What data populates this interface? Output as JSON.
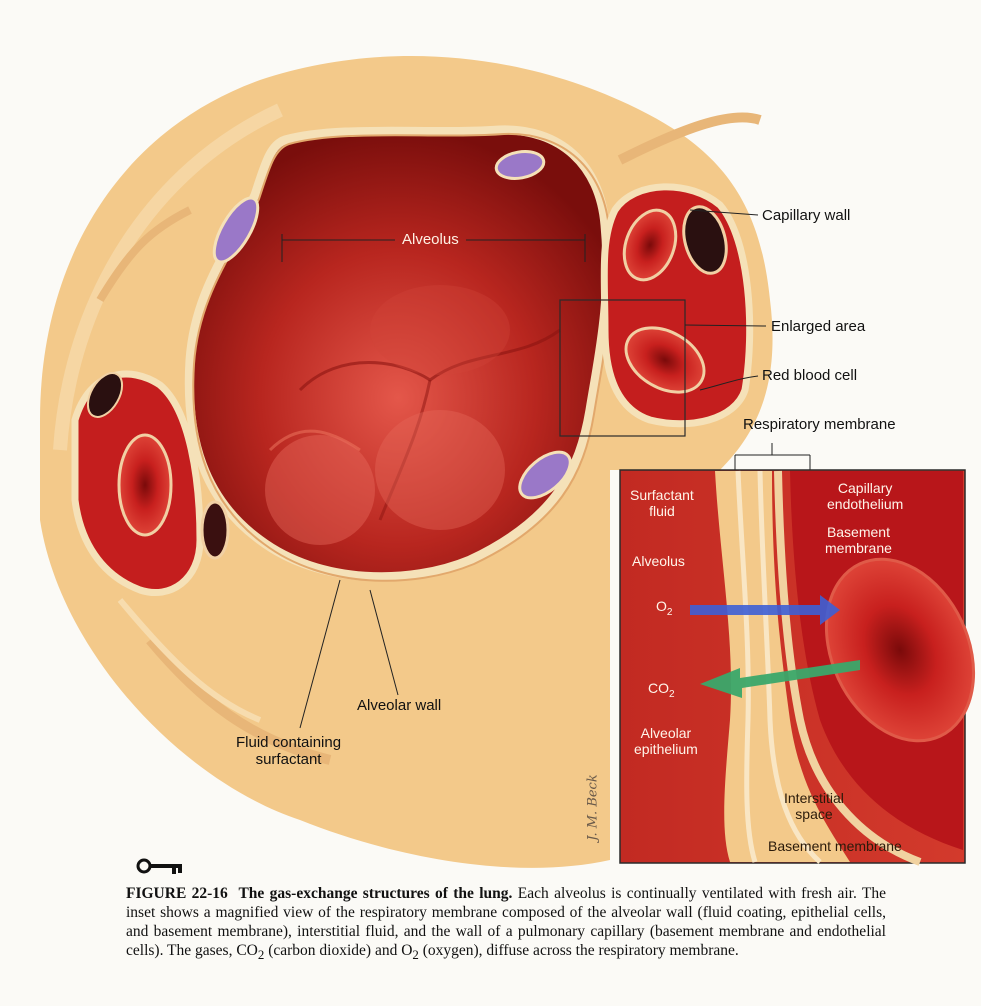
{
  "labels": {
    "alveolus": "Alveolus",
    "capillary_wall": "Capillary wall",
    "enlarged_area": "Enlarged area",
    "red_blood_cell": "Red blood cell",
    "respiratory_membrane": "Respiratory membrane",
    "alveolar_wall": "Alveolar wall",
    "fluid_containing_surfactant_1": "Fluid containing",
    "fluid_containing_surfactant_2": "surfactant"
  },
  "inset": {
    "surfactant_fluid_1": "Surfactant",
    "surfactant_fluid_2": "fluid",
    "capillary_endothelium_1": "Capillary",
    "capillary_endothelium_2": "endothelium",
    "basement_membrane_top_1": "Basement",
    "basement_membrane_top_2": "membrane",
    "alveolus": "Alveolus",
    "o2": "O",
    "o2_sub": "2",
    "co2": "CO",
    "co2_sub": "2",
    "alveolar_epithelium_1": "Alveolar",
    "alveolar_epithelium_2": "epithelium",
    "interstitial_space_1": "Interstitial",
    "interstitial_space_2": "space",
    "basement_membrane_bottom": "Basement membrane"
  },
  "signature": "J. M. Beck",
  "caption": {
    "figure_id": "FIGURE 22-16",
    "figure_title": "The gas-exchange structures of the lung.",
    "text_a": "Each alveolus is continually ventilated with fresh air. The inset shows a magnified view of the respiratory membrane composed of the alveolar wall (fluid coating, epithelial cells, and basement membrane), interstitial fluid, and the wall of a pulmonary capillary (basement membrane and endothelial cells). The gases, CO",
    "sub_a": "2",
    "text_b": " (carbon dioxide) and O",
    "sub_b": "2",
    "text_c": " (oxygen), diffuse across the respiratory membrane."
  },
  "colors": {
    "tissue": "#f3c98a",
    "alveolus_dark": "#8e1410",
    "alveolus_mid": "#c8322a",
    "capillary": "#c41e1e",
    "nucleus": "#9a78c8",
    "o2_arrow": "#3d5fd6",
    "co2_arrow": "#3aa86a"
  }
}
